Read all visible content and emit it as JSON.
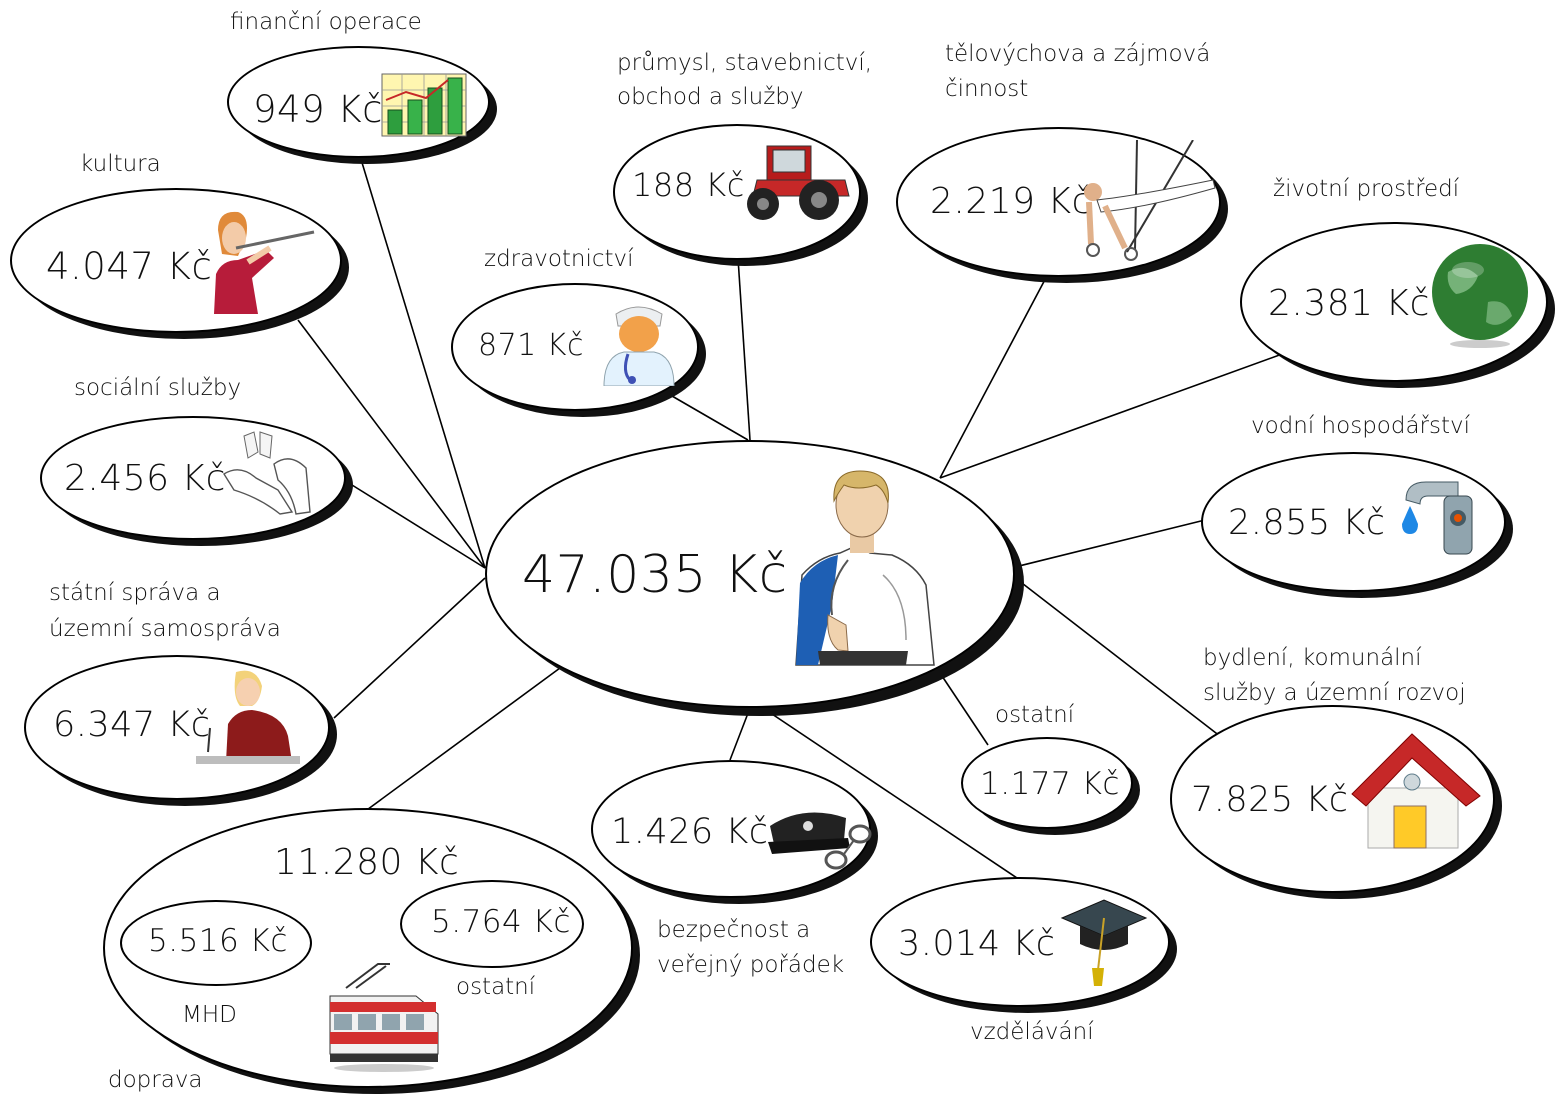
{
  "center": {
    "value": "47.035 Kč"
  },
  "categories": {
    "financni": {
      "label": "finanční operace",
      "value": "949 Kč"
    },
    "prumysl": {
      "label_line1": "průmysl, stavebnictví,",
      "label_line2": "obchod a služby",
      "value": "188 Kč"
    },
    "telovychova": {
      "label_line1": "tělovýchova a zájmová",
      "label_line2": "činnost",
      "value": "2.219 Kč"
    },
    "kultura": {
      "label": "kultura",
      "value": "4.047 Kč"
    },
    "zdravotnictvi": {
      "label": "zdravotnictví",
      "value": "871 Kč"
    },
    "zivotni": {
      "label": "životní prostředí",
      "value": "2.381 Kč"
    },
    "socialni": {
      "label": "sociální služby",
      "value": "2.456 Kč"
    },
    "vodni": {
      "label": "vodní hospodářství",
      "value": "2.855 Kč"
    },
    "statni": {
      "label_line1": "státní správa a",
      "label_line2": "územní samospráva",
      "value": "6.347 Kč"
    },
    "bydleni": {
      "label_line1": "bydlení, komunální",
      "label_line2": "služby a územní rozvoj",
      "value": "7.825 Kč"
    },
    "ostatni": {
      "label": "ostatní",
      "value": "1.177 Kč"
    },
    "bezpecnost": {
      "label_line1": "bezpečnost a",
      "label_line2": "veřejný pořádek",
      "value": "1.426 Kč"
    },
    "vzdelavani": {
      "label": "vzdělávání",
      "value": "3.014 Kč"
    },
    "doprava": {
      "label": "doprava",
      "value": "11.280 Kč",
      "mhd": {
        "label": "MHD",
        "value": "5.516 Kč"
      },
      "ostatni": {
        "label": "ostatní",
        "value": "5.764 Kč"
      }
    }
  },
  "icons": [
    "person-icon",
    "finance-chart-icon",
    "tractor-icon",
    "gymnast-icon",
    "flute-player-icon",
    "doctor-icon",
    "globe-icon",
    "hands-icon",
    "faucet-icon",
    "clerk-icon",
    "house-icon",
    "police-cap-icon",
    "graduation-cap-icon",
    "tram-icon"
  ],
  "colors": {
    "outline": "#000000",
    "shadow": "#111111",
    "globe": "#2e7d32",
    "house_roof": "#c62828",
    "tram": "#d32f2f",
    "shirt": "#ffffff",
    "jacket": "#1e5fb4"
  }
}
